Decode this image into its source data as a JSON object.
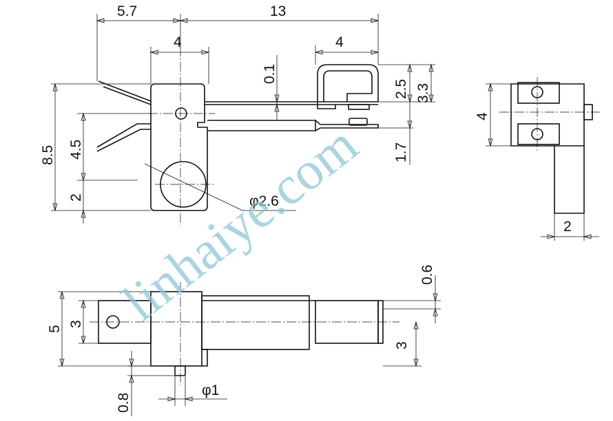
{
  "drawing": {
    "dimensions": {
      "top_5_7": "5.7",
      "top_13": "13",
      "top_4_left": "4",
      "top_4_right": "4",
      "v_0_1": "0.1",
      "v_2_5": "2.5",
      "v_3_3": "3.3",
      "v_1_7": "1.7",
      "v_8_5": "8.5",
      "v_4_5": "4.5",
      "v_2_left": "2",
      "phi_2_6": "φ2.6",
      "side_4": "4",
      "side_2": "2",
      "bottom_5": "5",
      "bottom_3_left": "3",
      "bottom_0_6": "0.6",
      "bottom_3_right": "3",
      "bottom_0_8": "0.8",
      "phi_1": "φ1"
    },
    "watermark": "linhaiye.com"
  }
}
